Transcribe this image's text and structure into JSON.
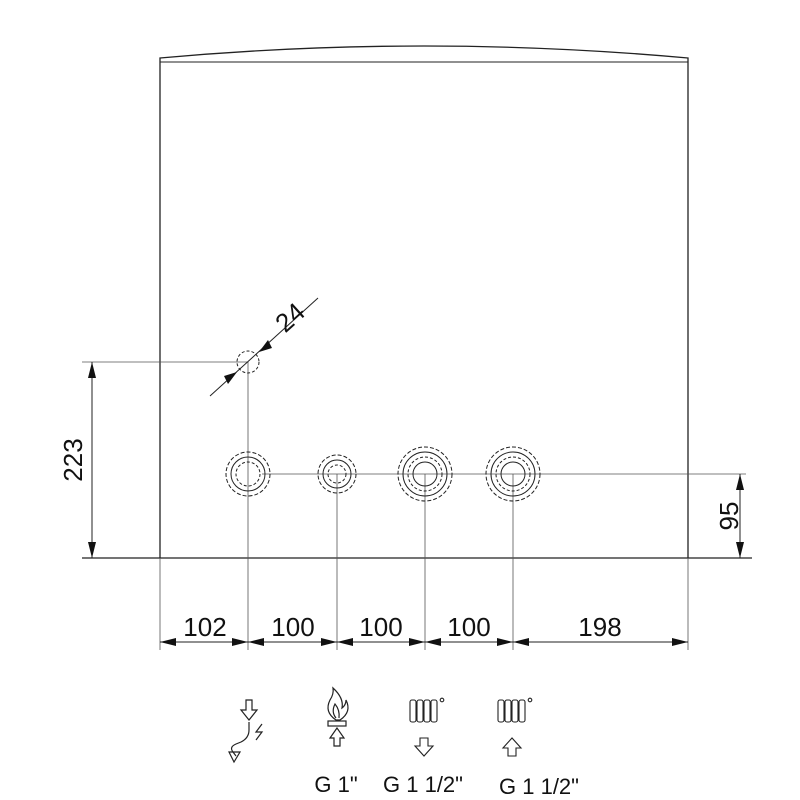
{
  "diagram": {
    "dimensions": {
      "pipe_diameter": "24",
      "height_outlet": "223",
      "height_connections": "95",
      "spacing": [
        "102",
        "100",
        "100",
        "100",
        "198"
      ]
    },
    "connection_labels": [
      "G 1\"",
      "G 1 1/2\"",
      "G 1 1/2\""
    ],
    "icons": [
      "drain-icon",
      "gas-flame-icon",
      "radiator-flow-icon",
      "radiator-return-icon"
    ]
  }
}
